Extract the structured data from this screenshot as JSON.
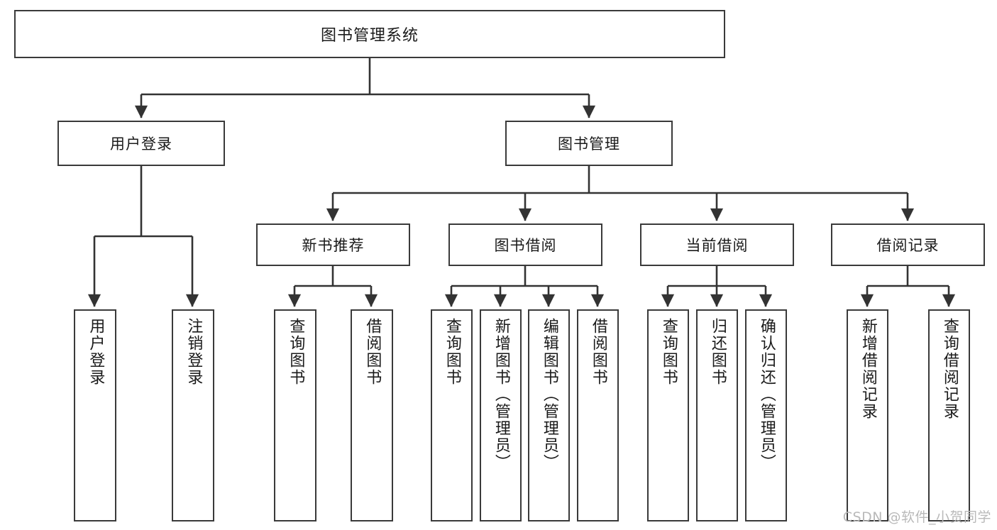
{
  "diagram": {
    "type": "tree",
    "title": "图书管理系统",
    "watermark": "CSDN @软件_小贺同学",
    "colors": {
      "background": "#ffffff",
      "box_border": "#3a3a3a",
      "box_fill": "#ffffff",
      "edge": "#333333",
      "text": "#1a1a1a",
      "watermark": "#b9b9b9"
    },
    "root": {
      "label": "图书管理系统"
    },
    "level2": [
      {
        "label": "用户登录"
      },
      {
        "label": "图书管理"
      }
    ],
    "level3": [
      {
        "label": "新书推荐"
      },
      {
        "label": "图书借阅"
      },
      {
        "label": "当前借阅"
      },
      {
        "label": "借阅记录"
      }
    ],
    "leaves": {
      "user_login": [
        {
          "label": "用户登录"
        },
        {
          "label": "注销登录"
        }
      ],
      "new_book": [
        {
          "label": "查询图书"
        },
        {
          "label": "借阅图书"
        }
      ],
      "book_borrow": [
        {
          "label": "查询图书"
        },
        {
          "label": "新增图书（管理员）"
        },
        {
          "label": "编辑图书（管理员）"
        },
        {
          "label": "借阅图书"
        }
      ],
      "current_borrow": [
        {
          "label": "查询图书"
        },
        {
          "label": "归还图书"
        },
        {
          "label": "确认归还（管理员）"
        }
      ],
      "borrow_record": [
        {
          "label": "新增借阅记录"
        },
        {
          "label": "查询借阅记录"
        }
      ]
    }
  }
}
